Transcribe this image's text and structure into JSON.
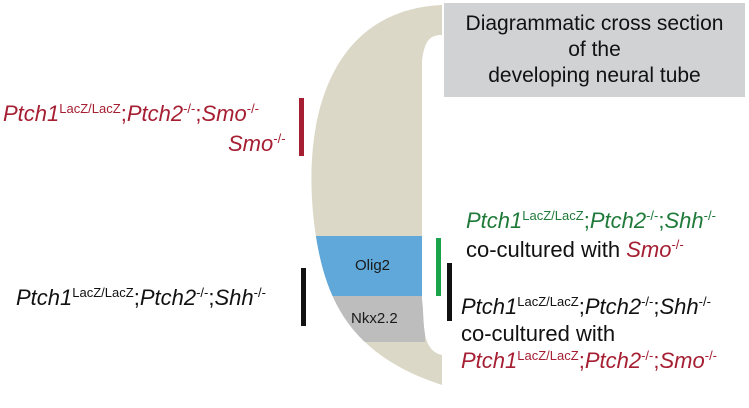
{
  "title": "Diagrammatic cross section\nof the\ndeveloping neural tube",
  "domains": {
    "olig2": "Olig2",
    "nkx22": "Nkx2.2"
  },
  "colors": {
    "tube": "#dcd8c8",
    "olig2": "#60a8da",
    "nkx22": "#bdbdbd",
    "red": "#a51e31",
    "green": "#1aa34a",
    "black": "#111111",
    "title_bg": "#d1d2d4"
  },
  "labels": {
    "left_red": {
      "line1": {
        "gene1": "Ptch1",
        "sup1": "LacZ/LacZ",
        "sep1": ";",
        "gene2": "Ptch2",
        "sup2": "-/-",
        "sep2": ";",
        "gene3": "Smo",
        "sup3": "-/-"
      },
      "line2": {
        "gene": "Smo",
        "sup": "-/-"
      }
    },
    "left_black": {
      "gene1": "Ptch1",
      "sup1": "LacZ/LacZ",
      "sep1": ";",
      "gene2": "Ptch2",
      "sup2": "-/-",
      "sep2": ";",
      "gene3": "Shh",
      "sup3": "-/-"
    },
    "right_green": {
      "line1": {
        "gene1": "Ptch1",
        "sup1": "LacZ/LacZ",
        "sep1": ";",
        "gene2": "Ptch2",
        "sup2": "-/-",
        "sep2": ";",
        "gene3": "Shh",
        "sup3": "-/-"
      },
      "line2": {
        "text": "co-cultured with ",
        "gene": "Smo",
        "sup": "-/-"
      }
    },
    "right_black": {
      "line1": {
        "gene1": "Ptch1",
        "sup1": "LacZ/LacZ",
        "sep1": ";",
        "gene2": "Ptch2",
        "sup2": "-/-",
        "sep2": ";",
        "gene3": "Shh",
        "sup3": "-/-"
      },
      "line2": {
        "text": "co-cultured with"
      },
      "line3": {
        "gene1": "Ptch1",
        "sup1": "LacZ/LacZ",
        "sep1": ";",
        "gene2": "Ptch2",
        "sup2": "-/-",
        "sep2": ";",
        "gene3": "Smo",
        "sup3": "-/-"
      }
    }
  }
}
